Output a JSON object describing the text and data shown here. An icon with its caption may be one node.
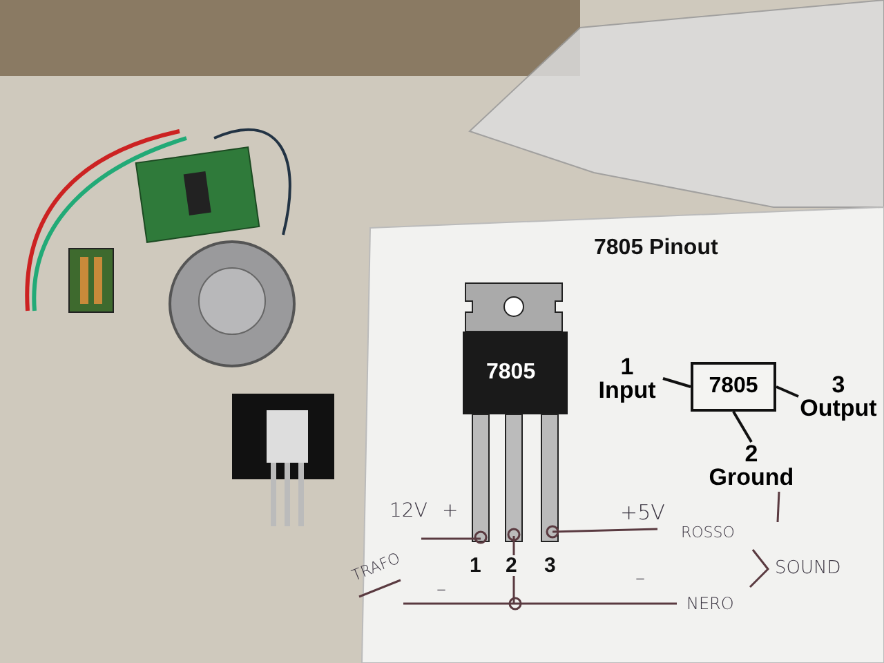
{
  "diagram": {
    "title": "7805 Pinout",
    "nodes": [
      {
        "text": [
          "7805"
        ]
      },
      {
        "text": [
          "1",
          "Input"
        ]
      },
      {
        "text": [
          "3",
          "Output"
        ]
      },
      {
        "text": [
          "2",
          "Ground"
        ]
      }
    ],
    "edges": [
      {
        "from": 0,
        "to": 1,
        "arrow": "none"
      },
      {
        "from": 0,
        "to": 2,
        "arrow": "none"
      },
      {
        "from": 0,
        "to": 3,
        "arrow": "none"
      }
    ],
    "labels": [
      "7805",
      "12V",
      "+",
      "+5V",
      "ROSSO",
      "TRAFO",
      "1",
      "2",
      "3",
      "SOUND",
      "–",
      "–",
      "NERO"
    ]
  }
}
